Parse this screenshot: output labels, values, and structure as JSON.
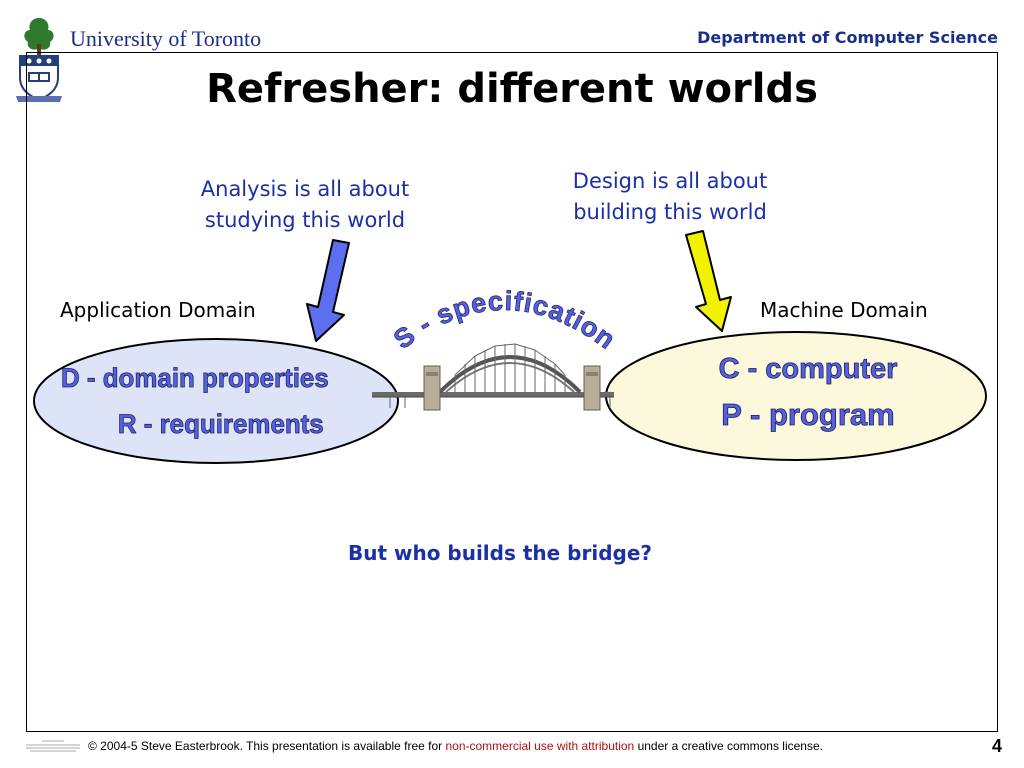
{
  "header": {
    "university": "University of Toronto",
    "department": "Department of Computer Science"
  },
  "slide": {
    "title": "Refresher: different worlds",
    "analysis_caption": [
      "Analysis is all about",
      "studying this world"
    ],
    "design_caption": [
      "Design is all about",
      "building this world"
    ],
    "application_domain_label": "Application Domain",
    "machine_domain_label": "Machine Domain",
    "left_world": {
      "line1": "D - domain properties",
      "line2": "R - requirements",
      "fill": "#dde4f8"
    },
    "right_world": {
      "line1": "C - computer",
      "line2": "P - program",
      "fill": "#fbf8dc"
    },
    "bridge_label": "S - specification",
    "question": "But who builds the bridge?"
  },
  "colors": {
    "accent_blue": "#1a2fa8",
    "analysis_arrow": "#5b6ff0",
    "design_arrow": "#f2f200",
    "world_text": "#5560e0"
  },
  "footer": {
    "text_before": "© 2004-5 Steve Easterbrook. This presentation is available free for ",
    "text_link": "non-commercial use with attribution",
    "text_after": " under a creative commons license.",
    "page_number": "4"
  }
}
